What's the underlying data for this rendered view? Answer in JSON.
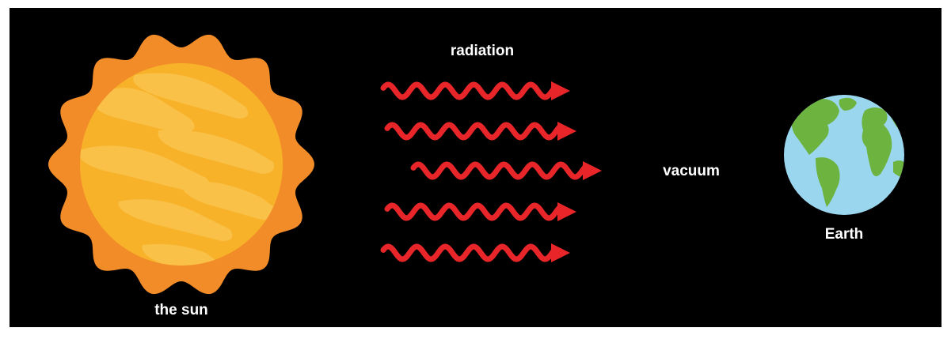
{
  "labels": {
    "sun": "the sun",
    "radiation": "radiation",
    "vacuum": "vacuum",
    "earth": "Earth"
  },
  "colors": {
    "background": "#000000",
    "sun_outer": "#f28c28",
    "sun_inner": "#f7b229",
    "sun_stripe": "#f9c148",
    "radiation": "#e8262a",
    "ocean": "#9ad6ee",
    "land": "#6db33f",
    "label": "#ffffff"
  },
  "icons": {
    "sun": "sun-icon",
    "radiation": "wavy-arrow-icon",
    "earth": "globe-icon"
  }
}
